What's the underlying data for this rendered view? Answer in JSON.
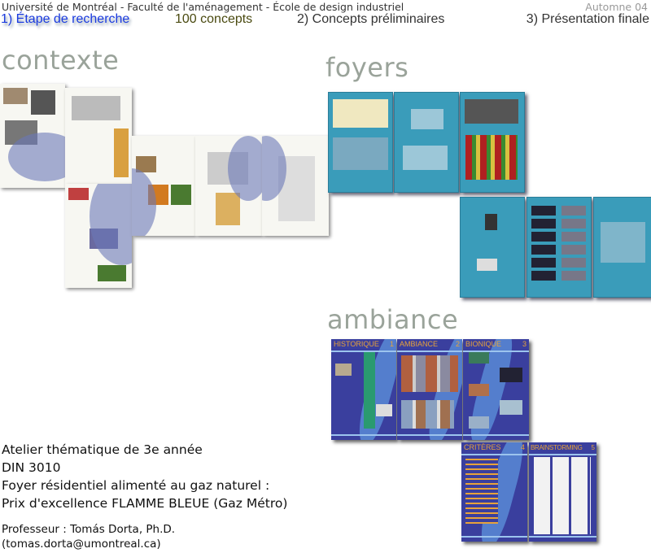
{
  "header": {
    "institution": "Université de Montréal  -  Faculté de l'aménagement  -  École de design industriel",
    "season": "Automne 04",
    "nav": [
      {
        "label": "1) Étape de recherche"
      },
      {
        "label": "100 concepts"
      },
      {
        "label": "2) Concepts préliminaires"
      },
      {
        "label": "3) Présentation finale"
      }
    ]
  },
  "sections": {
    "contexte": "contexte",
    "foyers": "foyers",
    "ambiance": "ambiance"
  },
  "ambiance_panels": [
    {
      "title": "HISTORIQUE",
      "num": "1"
    },
    {
      "title": "AMBIANCE",
      "num": "2"
    },
    {
      "title": "BIONIQUE",
      "num": "3"
    },
    {
      "title": "CRITÈRES",
      "num": "4"
    },
    {
      "title": "BRAINSTORMING",
      "num": "5"
    }
  ],
  "info": {
    "line1": "Atelier thématique de 3e année",
    "line2": "DIN 3010",
    "line3": "Foyer résidentiel alimenté au gaz naturel :",
    "line4": "Prix d'excellence FLAMME BLEUE (Gaz Métro)",
    "professor": "Professeur :  Tomás Dorta, Ph.D.",
    "email": "(tomas.dorta@umontreal.ca)"
  },
  "colors": {
    "nav_active": "#1a3adf",
    "teal": "#3a9cba",
    "ambiance": "#3a3f9e",
    "accent": "#e7a23b"
  }
}
